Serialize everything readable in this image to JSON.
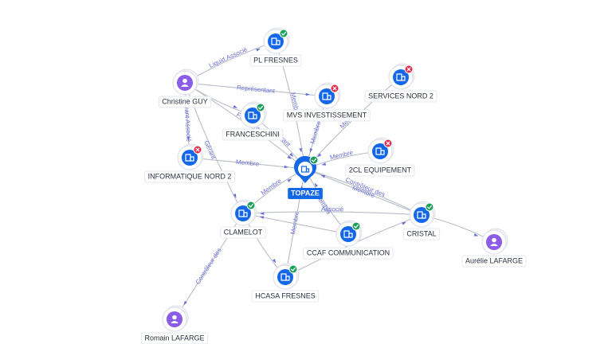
{
  "nodes": [
    {
      "id": "topaze",
      "label": "TOPAZE",
      "kind": "company",
      "status": "ok",
      "focus": true
    },
    {
      "id": "plfresnes",
      "label": "PL FRESNES",
      "kind": "company",
      "status": "ok"
    },
    {
      "id": "christine",
      "label": "Christine GUY",
      "kind": "person"
    },
    {
      "id": "mvs",
      "label": "MVS INVESTISSEMENT",
      "kind": "company",
      "status": "ko"
    },
    {
      "id": "services",
      "label": "SERVICES NORD 2",
      "kind": "company",
      "status": "ko"
    },
    {
      "id": "franceschini",
      "label": "FRANCESCHINI",
      "kind": "company",
      "status": "ok"
    },
    {
      "id": "infonord",
      "label": "INFORMATIQUE NORD 2",
      "kind": "company",
      "status": "ko"
    },
    {
      "id": "2cl",
      "label": "2CL EQUIPEMENT",
      "kind": "company",
      "status": "ko"
    },
    {
      "id": "clamelot",
      "label": "CLAMELOT",
      "kind": "company",
      "status": "ok"
    },
    {
      "id": "cristal",
      "label": "CRISTAL",
      "kind": "company",
      "status": "ok"
    },
    {
      "id": "ccaf",
      "label": "CCAF COMMUNICATION",
      "kind": "company",
      "status": "ok"
    },
    {
      "id": "aurelie",
      "label": "Aurélie LAFARGE",
      "kind": "person"
    },
    {
      "id": "hcasa",
      "label": "HCASA FRESNES",
      "kind": "company",
      "status": "ok"
    },
    {
      "id": "romain",
      "label": "Romain LAFARGE",
      "kind": "person"
    }
  ],
  "edges": [
    {
      "from": "christine",
      "to": "plfresnes",
      "label": "Liquid.Associé"
    },
    {
      "from": "christine",
      "to": "mvs",
      "label": "Représentant"
    },
    {
      "from": "christine",
      "to": "franceschini",
      "label": ""
    },
    {
      "from": "christine",
      "to": "topaze",
      "label": "Président"
    },
    {
      "from": "christine",
      "to": "infonord",
      "label": "Gérant Associé"
    },
    {
      "from": "christine",
      "to": "clamelot",
      "label": "Gérant"
    },
    {
      "from": "plfresnes",
      "to": "topaze",
      "label": "Membre"
    },
    {
      "from": "mvs",
      "to": "topaze",
      "label": "Membre"
    },
    {
      "from": "services",
      "to": "topaze",
      "label": "Membre"
    },
    {
      "from": "franceschini",
      "to": "topaze",
      "label": "Gérant"
    },
    {
      "from": "infonord",
      "to": "topaze",
      "label": "Membre"
    },
    {
      "from": "2cl",
      "to": "topaze",
      "label": "Membre"
    },
    {
      "from": "clamelot",
      "to": "topaze",
      "label": "Membre"
    },
    {
      "from": "cristal",
      "to": "topaze",
      "label": "Membre"
    },
    {
      "from": "cristal",
      "to": "topaze",
      "label": "Contrôleur des"
    },
    {
      "from": "ccaf",
      "to": "topaze",
      "label": "Membre"
    },
    {
      "from": "hcasa",
      "to": "topaze",
      "label": "Membre"
    },
    {
      "from": "cristal",
      "to": "clamelot",
      "label": "Associé"
    },
    {
      "from": "cristal",
      "to": "aurelie",
      "label": ""
    },
    {
      "from": "clamelot",
      "to": "romain",
      "label": "Contrôleur des"
    },
    {
      "from": "clamelot",
      "to": "hcasa",
      "label": ""
    },
    {
      "from": "hcasa",
      "to": "cristal",
      "label": ""
    },
    {
      "from": "ccaf",
      "to": "clamelot",
      "label": ""
    }
  ],
  "colors": {
    "company": "#1468e8",
    "person": "#8a5ce8",
    "ok": "#1aa05a",
    "ko": "#e02b4a",
    "edge_label": "#6a6fd6"
  }
}
